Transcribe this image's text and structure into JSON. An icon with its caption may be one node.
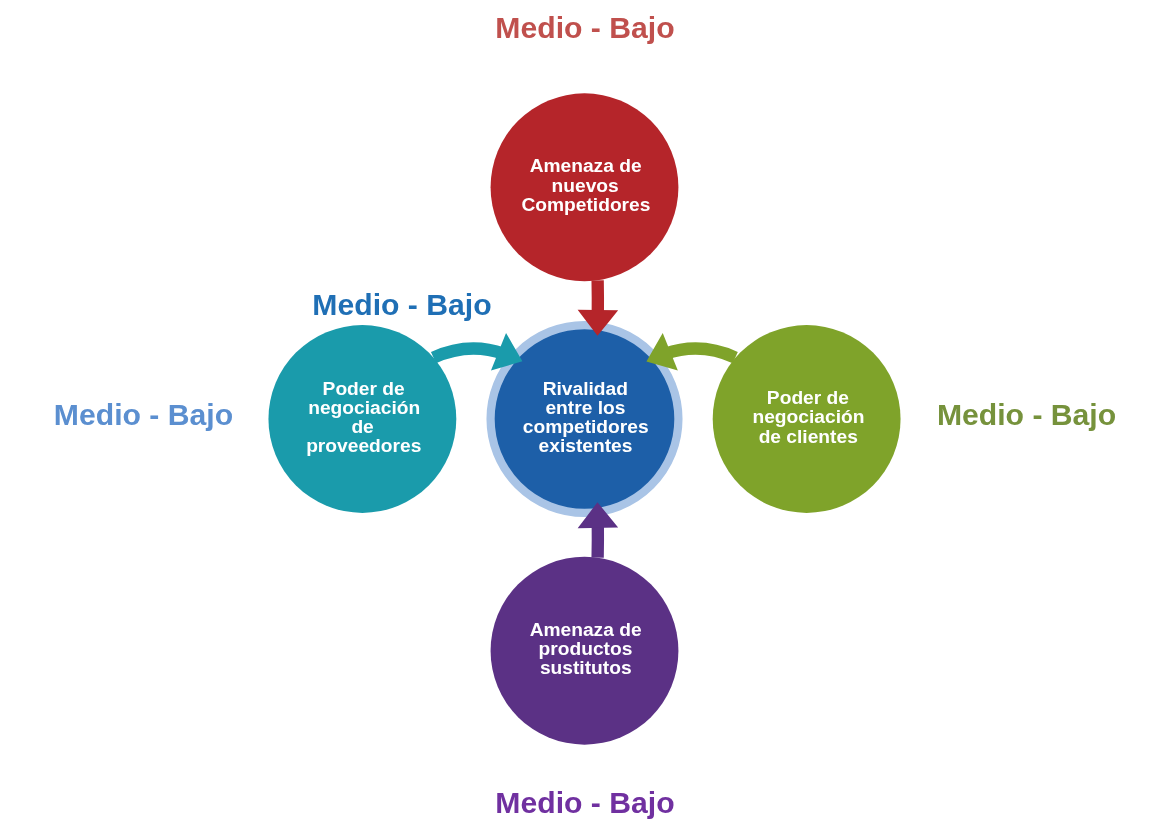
{
  "diagram": {
    "nodes": [
      {
        "text": [
          "Amenaza de nuevos Competidores"
        ],
        "beside": [
          "Medio - Bajo"
        ]
      },
      {
        "text": [
          "Poder de negociación de proveedores"
        ],
        "beside": [
          "Medio - Bajo"
        ]
      },
      {
        "text": [
          "Rivalidad entre los competidores existentes"
        ],
        "beside": [
          "Medio - Bajo"
        ]
      },
      {
        "text": [
          "Poder de negociación de clientes"
        ],
        "beside": [
          "Medio - Bajo"
        ]
      },
      {
        "text": [
          "Amenaza de productos sustitutos"
        ],
        "beside": [
          "Medio - Bajo"
        ]
      }
    ],
    "edges": [
      {
        "from": 0,
        "to": 2,
        "arrow": "to",
        "color": "#b5252a"
      },
      {
        "from": 1,
        "to": 2,
        "arrow": "to",
        "color": "#1a9bab"
      },
      {
        "from": 3,
        "to": 2,
        "arrow": "to",
        "color": "#7fa32a"
      },
      {
        "from": 4,
        "to": 2,
        "arrow": "to",
        "color": "#5b3185"
      }
    ]
  }
}
